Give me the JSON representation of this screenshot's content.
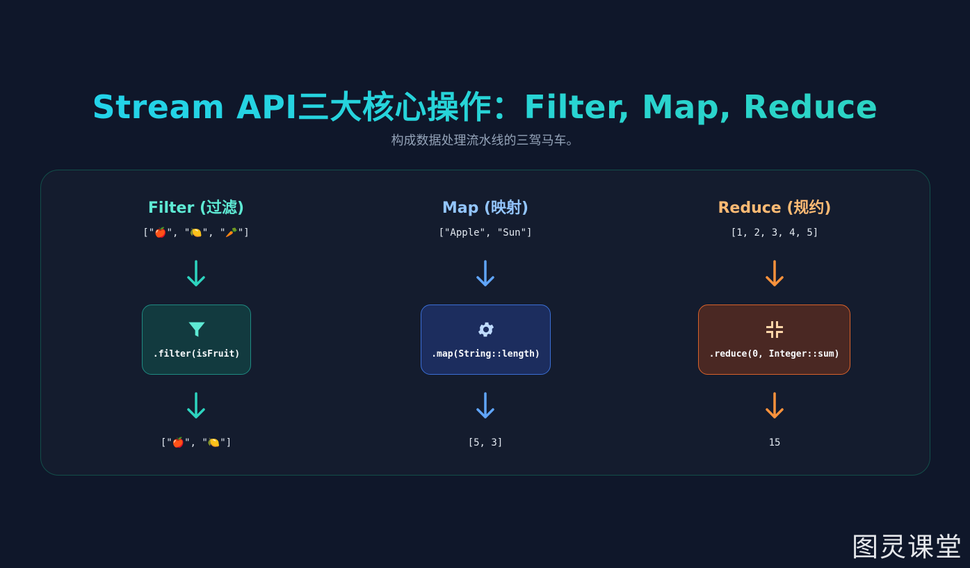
{
  "header": {
    "title": "Stream API三大核心操作：Filter, Map, Reduce",
    "subtitle": "构成数据处理流水线的三驾马车。"
  },
  "columns": [
    {
      "title": "Filter (过滤)",
      "input": "[\"🍎\", \"🍋\", \"🥕\"]",
      "operation": ".filter(isFruit)",
      "output": "[\"🍎\", \"🍋\"]",
      "icon": "funnel-icon",
      "colors": {
        "title": "#5eead4",
        "arrow": "#2dd4bf",
        "box_bg": "#123a3f",
        "box_border": "#1f8a82",
        "icon": "#5eead4"
      }
    },
    {
      "title": "Map (映射)",
      "input": "[\"Apple\", \"Sun\"]",
      "operation": ".map(String::length)",
      "output": "[5, 3]",
      "icon": "gear-icon",
      "colors": {
        "title": "#93c5fd",
        "arrow": "#60a5fa",
        "box_bg": "#1c2d5e",
        "box_border": "#3b6fd6",
        "icon": "#bfdbfe"
      }
    },
    {
      "title": "Reduce (规约)",
      "input": "[1, 2, 3, 4, 5]",
      "operation": ".reduce(0, Integer::sum)",
      "output": "15",
      "icon": "compress-icon",
      "colors": {
        "title": "#fdba74",
        "arrow": "#fb923c",
        "box_bg": "#4a2823",
        "box_border": "#d9622b",
        "icon": "#fed7aa"
      }
    }
  ],
  "watermark": "图灵课堂"
}
